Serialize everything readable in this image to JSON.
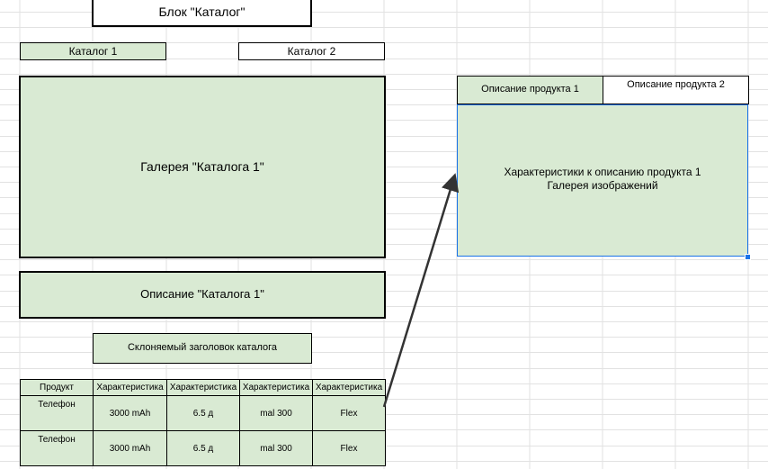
{
  "block_title": "Блок \"Каталог\"",
  "catalog_tabs": [
    {
      "label": "Каталог 1",
      "active": true
    },
    {
      "label": "Каталог 2",
      "active": false
    }
  ],
  "gallery_label": "Галерея \"Каталога 1\"",
  "description_label": "Описание \"Каталога 1\"",
  "declinable_heading": "Склоняемый заголовок каталога",
  "table": {
    "headers": [
      "Продукт",
      "Характеристика",
      "Характеристика",
      "Характеристика",
      "Характеристика"
    ],
    "rows": [
      [
        "Телефон",
        "3000 mAh",
        "6.5 д",
        "mal 300",
        "Flex"
      ],
      [
        "Телефон",
        "3000 mAh",
        "6.5 д",
        "mal 300",
        "Flex"
      ]
    ]
  },
  "product_tabs": [
    {
      "label": "Описание продукта 1",
      "active": true
    },
    {
      "label": "Описание продукта 2",
      "active": false
    }
  ],
  "product_panel": {
    "line1": "Характеристики к описанию продукта 1",
    "line2": "Галерея изображений"
  },
  "colors": {
    "fill_green": "#d9ead3",
    "grid_line": "#e2e2e2",
    "selection": "#1a73e8",
    "arrow": "#333333"
  }
}
